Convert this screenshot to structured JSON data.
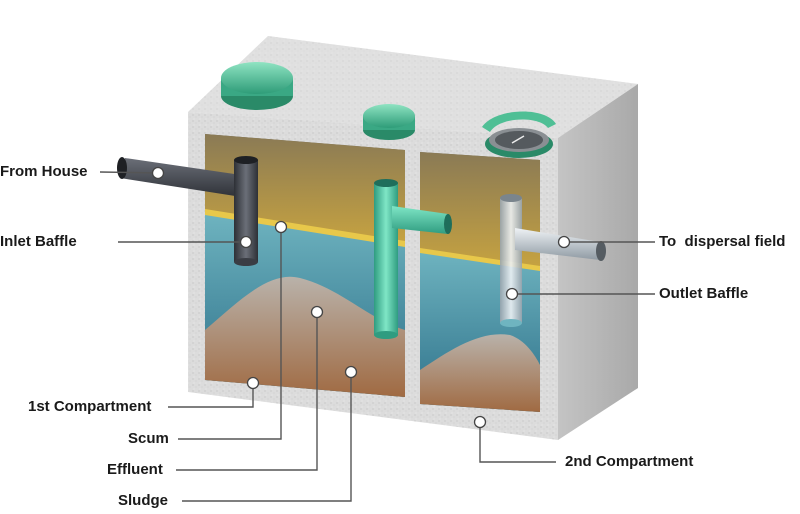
{
  "labels": {
    "from_house": "From House",
    "inlet_baffle": "Inlet Baffle",
    "first_compartment": "1st Compartment",
    "scum": "Scum",
    "effluent": "Effluent",
    "sludge": "Sludge",
    "to_dispersal": "To  dispersal field",
    "outlet_baffle": "Outlet Baffle",
    "second_compartment": "2nd Compartment"
  },
  "colors": {
    "concrete": "#d6d6d6",
    "lid": "#5fc9a0",
    "pipe_dark": "#4a4d55",
    "pipe_teal": "#5ccfb0",
    "pipe_light": "#c9d4dc",
    "scum": "#b8953a",
    "effluent": "#3f8fa5",
    "sludge": "#9c8a78"
  }
}
